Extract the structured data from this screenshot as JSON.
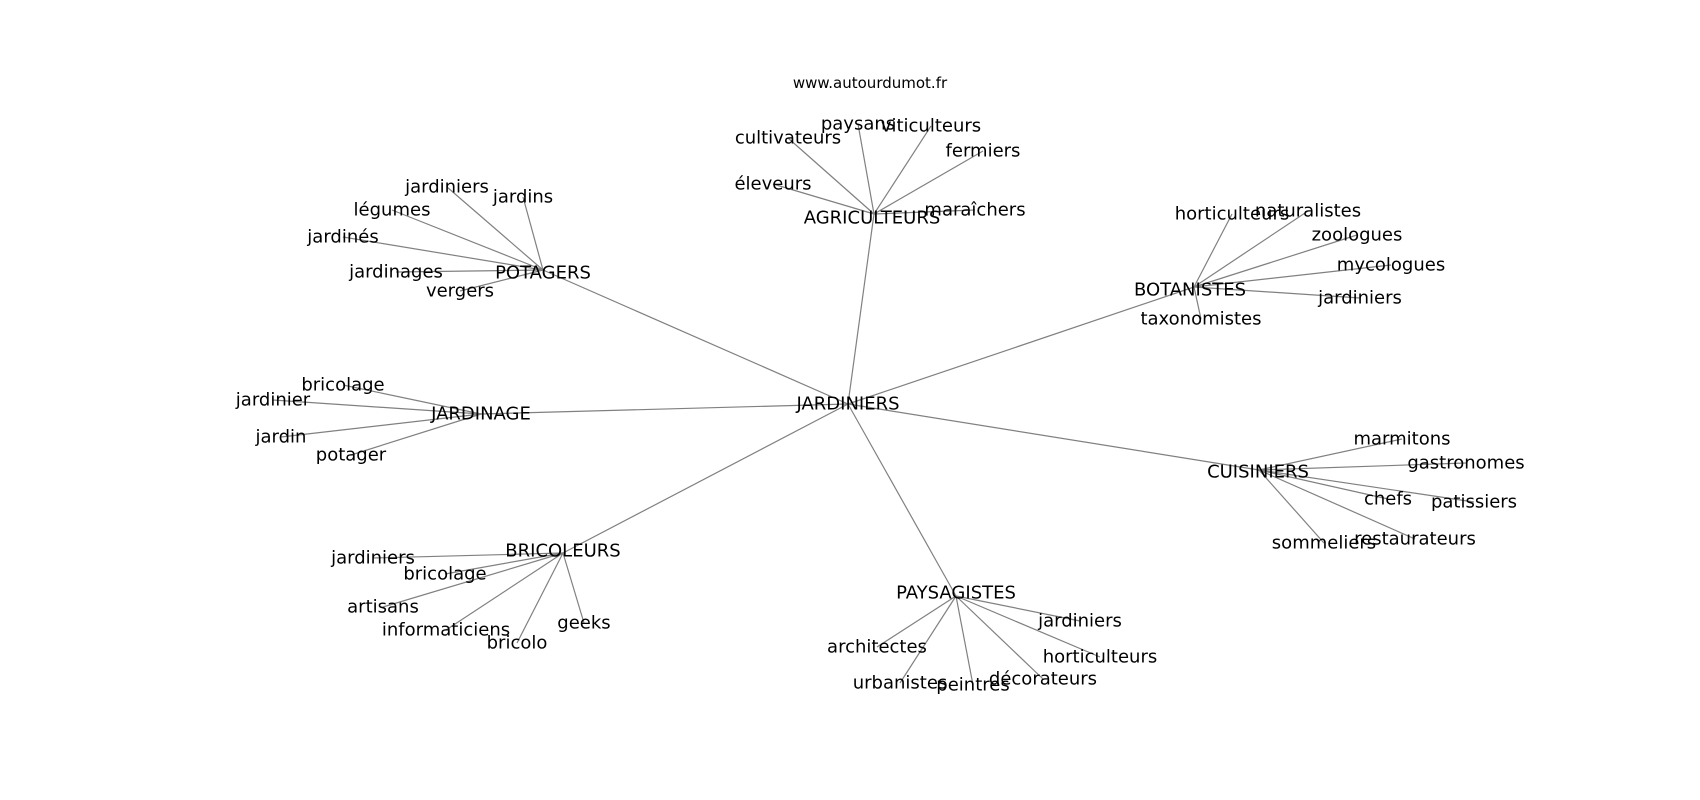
{
  "source": "www.autourdumot.fr",
  "root": "JARDINIERS",
  "clusters": [
    {
      "word": "AGRICULTEURS",
      "related": [
        "paysans",
        "viticulteurs",
        "cultivateurs",
        "fermiers",
        "éleveurs",
        "maraîchers"
      ]
    },
    {
      "word": "POTAGERS",
      "related": [
        "jardiniers",
        "jardins",
        "légumes",
        "jardinés",
        "jardinages",
        "vergers"
      ]
    },
    {
      "word": "BOTANISTES",
      "related": [
        "horticulteurs",
        "naturalistes",
        "zoologues",
        "mycologues",
        "jardiniers",
        "taxonomistes"
      ]
    },
    {
      "word": "JARDINAGE",
      "related": [
        "bricolage",
        "jardinier",
        "jardin",
        "potager"
      ]
    },
    {
      "word": "CUISINIERS",
      "related": [
        "marmitons",
        "gastronomes",
        "chefs",
        "patissiers",
        "restaurateurs",
        "sommeliers"
      ]
    },
    {
      "word": "BRICOLEURS",
      "related": [
        "jardiniers",
        "bricolage",
        "artisans",
        "informaticiens",
        "bricolo",
        "geeks"
      ]
    },
    {
      "word": "PAYSAGISTES",
      "related": [
        "jardiniers",
        "horticulteurs",
        "architectes",
        "décorateurs",
        "urbanistes",
        "peintres"
      ]
    }
  ]
}
